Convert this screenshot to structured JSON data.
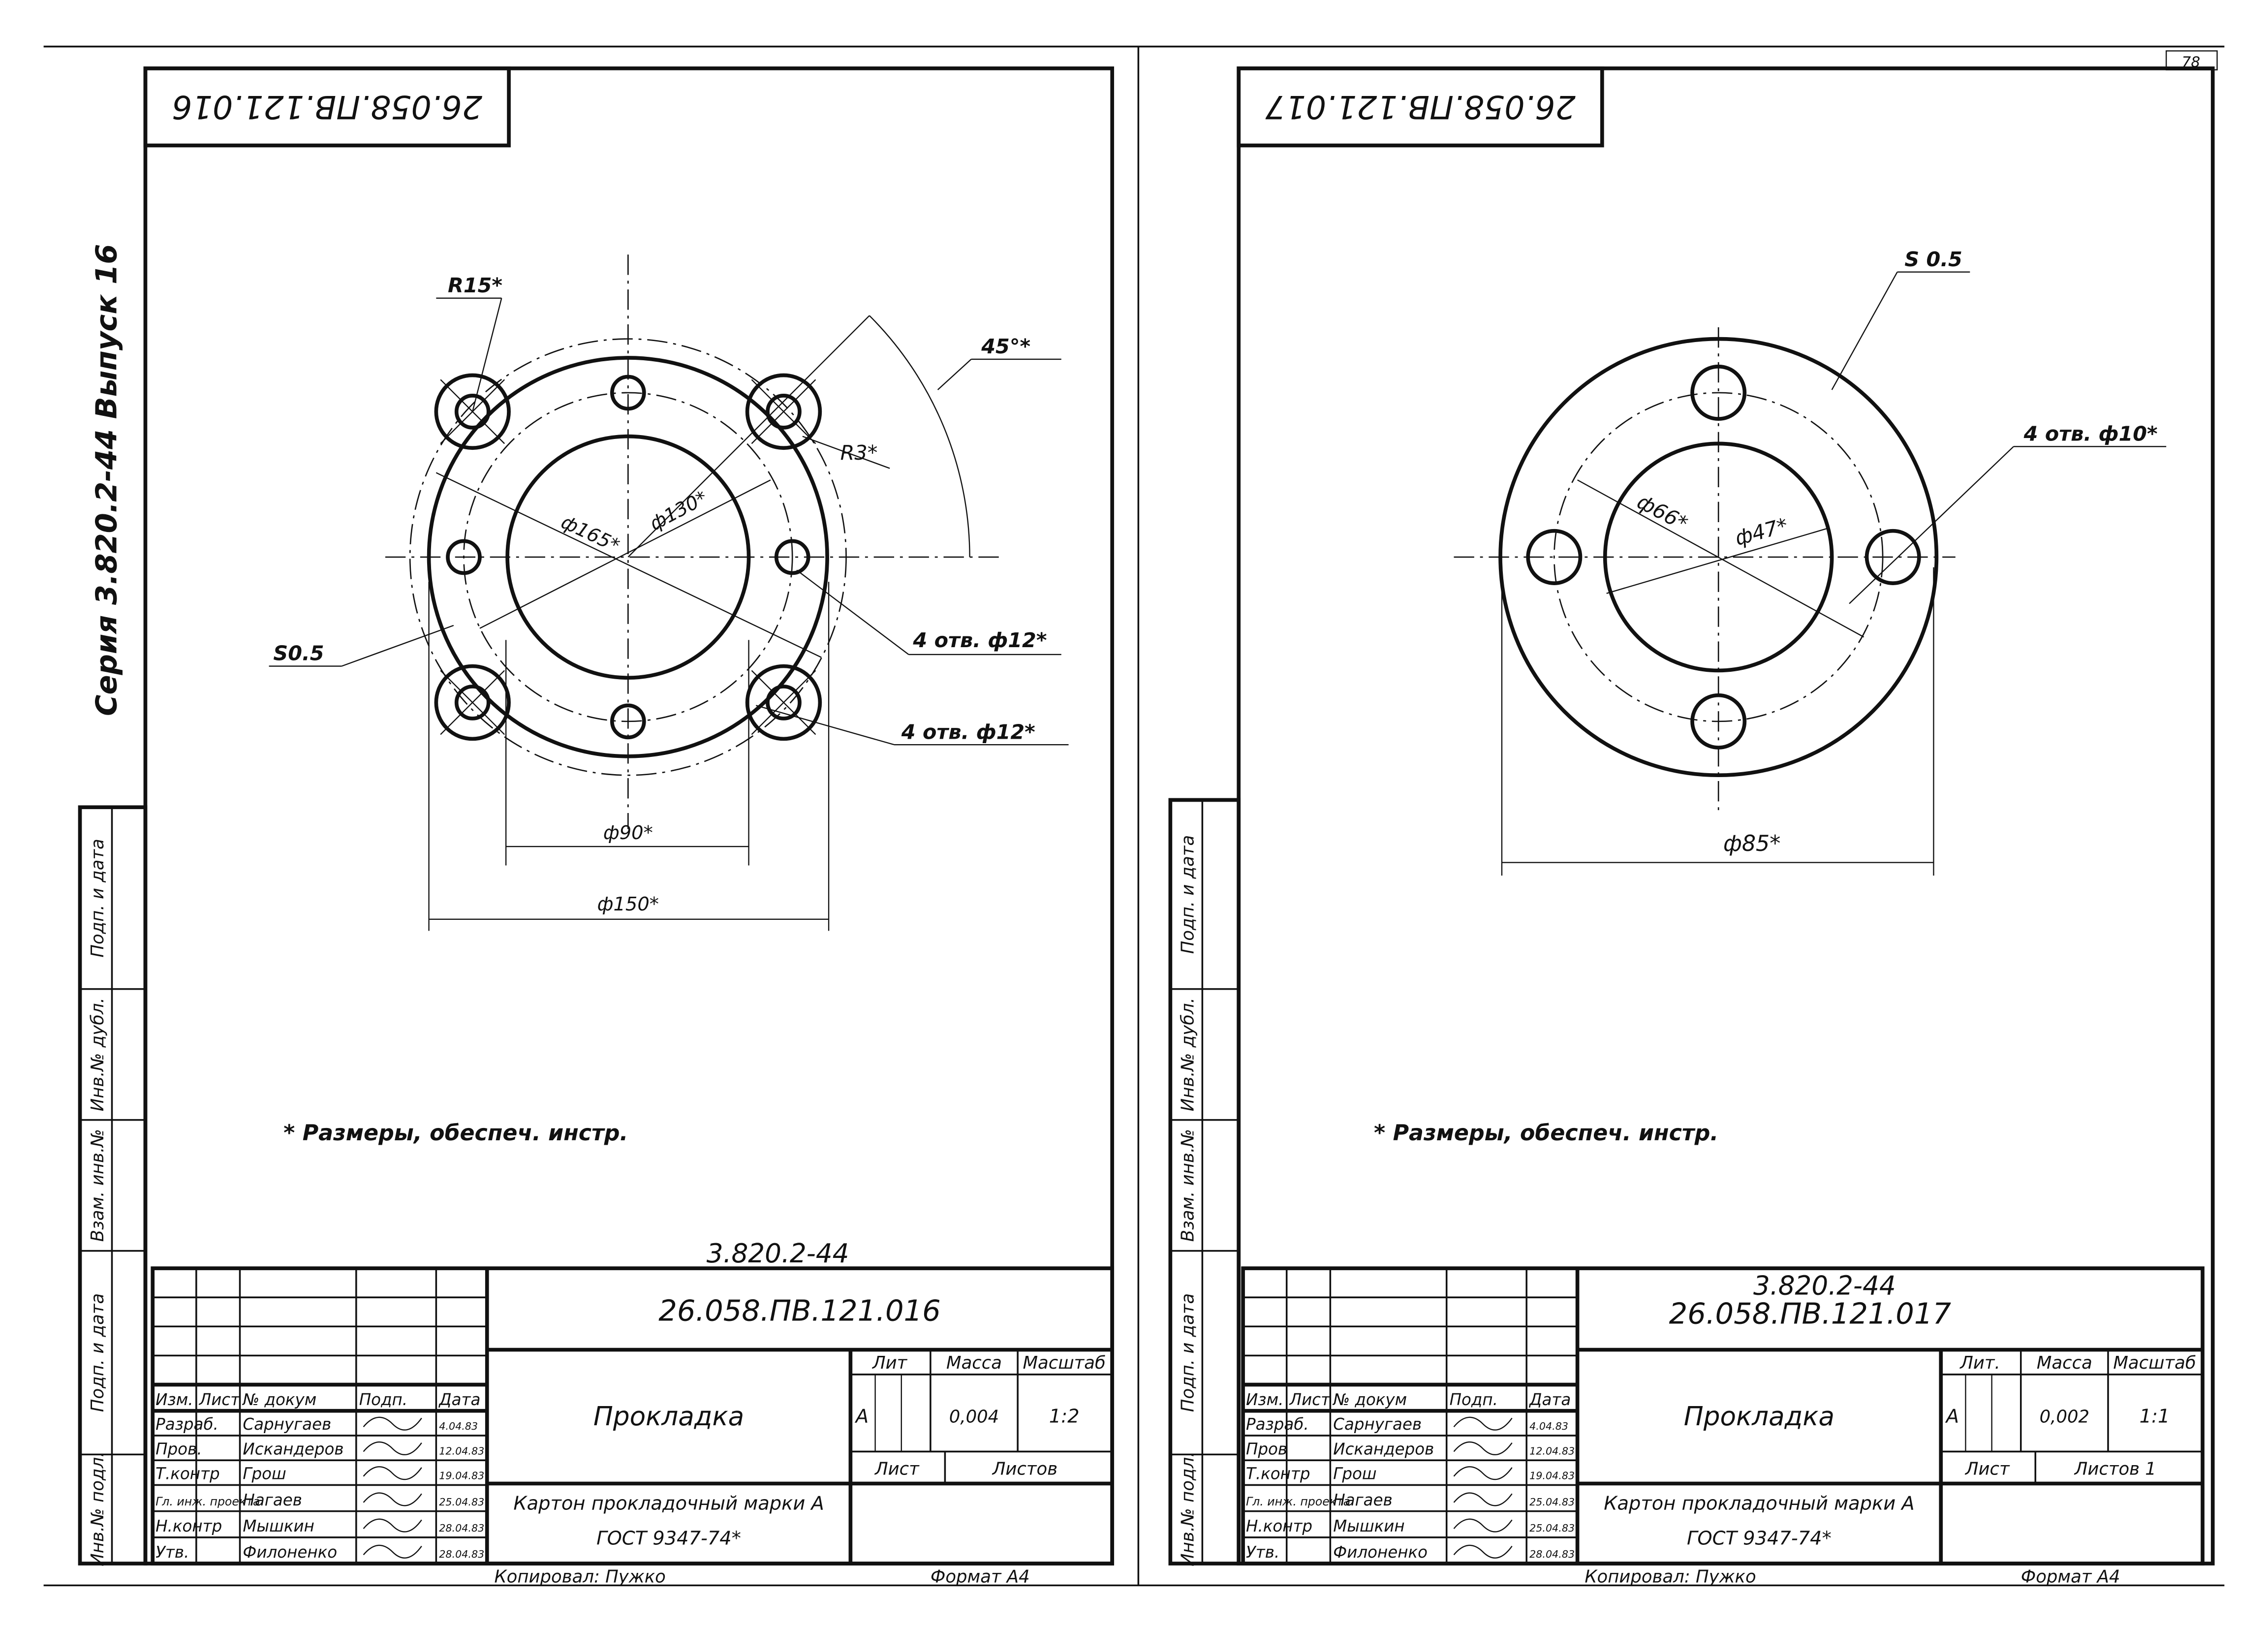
{
  "page_number": "78",
  "sheets": [
    {
      "header_code_rotated": "26.058.ПВ.121.016",
      "series_label": "3.820.2-44",
      "doc_code": "26.058.ПВ.121.016",
      "part_name": "Прокладка",
      "material_line1": "Картон прокладочный марки А",
      "material_line2": "ГОСТ 9347-74*",
      "lit_header": "Лит",
      "mass_header": "Масса",
      "scale_header": "Масштаб",
      "lit_value": "А",
      "mass_value": "0,004",
      "scale_value": "1:2",
      "sheet_label": "Лист",
      "sheets_label": "Листов",
      "columns": [
        "Изм.",
        "Лист",
        "№ докум",
        "Подп.",
        "Дата"
      ],
      "rows": [
        {
          "role": "Разраб.",
          "name": "Сарнугаев",
          "date": "4.04.83"
        },
        {
          "role": "Пров.",
          "name": "Искандеров",
          "date": "12.04.83"
        },
        {
          "role": "Т.контр",
          "name": "Грош",
          "date": "19.04.83"
        },
        {
          "role": "Гл. инж. проекта",
          "name": "Нагаев",
          "date": "25.04.83"
        },
        {
          "role": "Н.контр",
          "name": "Мышкин",
          "date": "28.04.83"
        },
        {
          "role": "Утв.",
          "name": "Филоненко",
          "date": "28.04.83"
        }
      ],
      "copied_by": "Копировал: Пужко",
      "format": "Формат А4",
      "note": "* Размеры, обеспеч. инстр.",
      "side_strip": [
        "Подп. и дата",
        "Инв.№ дубл.",
        "Взам. инв.№",
        "Подп. и дата",
        "Инв.№ подл."
      ],
      "side_series": "Серия 3.820.2-44 Выпуск 16",
      "dims": {
        "r15": "R15*",
        "r3": "R3*",
        "angle": "45°*",
        "thickness": "S0.5",
        "d165": "ф165*",
        "d130": "ф130*",
        "holes1": "4 отв. ф12*",
        "holes2": "4 отв. ф12*",
        "d90": "ф90*",
        "d150": "ф150*"
      }
    },
    {
      "header_code_rotated": "26.058.ПВ.121.017",
      "series_label": "3.820.2-44",
      "doc_code": "26.058.ПВ.121.017",
      "part_name": "Прокладка",
      "material_line1": "Картон прокладочный марки А",
      "material_line2": "ГОСТ 9347-74*",
      "lit_header": "Лит.",
      "mass_header": "Масса",
      "scale_header": "Масштаб",
      "lit_value": "А",
      "mass_value": "0,002",
      "scale_value": "1:1",
      "sheet_label": "Лист",
      "sheets_label": "Листов 1",
      "columns": [
        "Изм.",
        "Лист",
        "№ докум",
        "Подп.",
        "Дата"
      ],
      "rows": [
        {
          "role": "Разраб.",
          "name": "Сарнугаев",
          "date": "4.04.83"
        },
        {
          "role": "Пров",
          "name": "Искандеров",
          "date": "12.04.83"
        },
        {
          "role": "Т.контр",
          "name": "Грош",
          "date": "19.04.83"
        },
        {
          "role": "Гл. инж. проекта",
          "name": "Нагаев",
          "date": "25.04.83"
        },
        {
          "role": "Н.контр",
          "name": "Мышкин",
          "date": "25.04.83"
        },
        {
          "role": "Утв.",
          "name": "Филоненко",
          "date": "28.04.83"
        }
      ],
      "copied_by": "Копировал: Пужко",
      "format": "Формат А4",
      "note": "* Размеры, обеспеч. инстр.",
      "side_strip": [
        "Подп. и дата",
        "Инв.№ дубл.",
        "Взам. инв.№",
        "Подп. и дата",
        "Инв.№ подл."
      ],
      "dims": {
        "thickness": "S 0.5",
        "holes": "4 отв. ф10*",
        "d66": "ф66*",
        "d47": "ф47*",
        "d85": "ф85*"
      }
    }
  ]
}
